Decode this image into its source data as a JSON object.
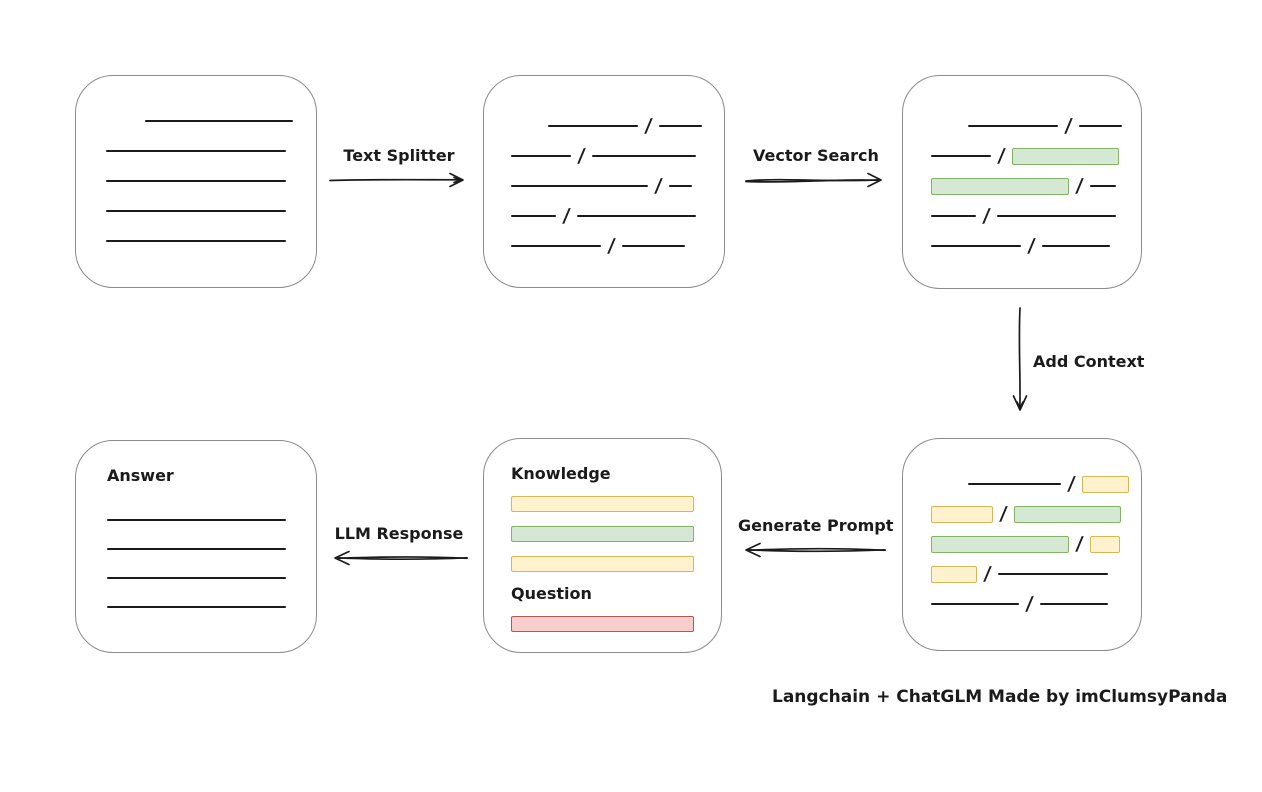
{
  "caption": "Langchain + ChatGLM Made by imClumsyPanda",
  "slash": "/",
  "colors": {
    "green_fill": "#d5e8d4",
    "green_border": "#82b366",
    "yellow_fill": "#fff2cc",
    "yellow_border": "#d6b656",
    "red_fill": "#f8cecc",
    "red_border": "#b85450",
    "box_border": "#8a8a8a",
    "ink": "#1b1b1b"
  },
  "arrows": {
    "text_splitter": {
      "label": "Text Splitter",
      "direction": "right"
    },
    "vector_search": {
      "label": "Vector Search",
      "direction": "right"
    },
    "add_context": {
      "label": "Add Context",
      "direction": "down"
    },
    "generate_prompt": {
      "label": "Generate Prompt",
      "direction": "left"
    },
    "llm_response": {
      "label": "LLM Response",
      "direction": "left"
    }
  },
  "boxes": {
    "document": {
      "description": "source document with text lines",
      "rows": [
        [
          {
            "t": "indent",
            "w": 32
          },
          {
            "t": "line",
            "w": 148
          }
        ],
        [
          {
            "t": "line",
            "w": 180
          }
        ],
        [
          {
            "t": "line",
            "w": 180
          }
        ],
        [
          {
            "t": "line",
            "w": 180
          }
        ],
        [
          {
            "t": "line",
            "w": 180
          }
        ]
      ]
    },
    "chunks": {
      "description": "text split into chunks separated by slashes",
      "rows": [
        [
          {
            "t": "indent",
            "w": 30
          },
          {
            "t": "line",
            "w": 90
          },
          {
            "t": "slash"
          },
          {
            "t": "line",
            "w": 43
          }
        ],
        [
          {
            "t": "line",
            "w": 60
          },
          {
            "t": "slash"
          },
          {
            "t": "line",
            "w": 104
          }
        ],
        [
          {
            "t": "line",
            "w": 137
          },
          {
            "t": "slash"
          },
          {
            "t": "line",
            "w": 23
          }
        ],
        [
          {
            "t": "line",
            "w": 45
          },
          {
            "t": "slash"
          },
          {
            "t": "line",
            "w": 119
          }
        ],
        [
          {
            "t": "line",
            "w": 90
          },
          {
            "t": "slash"
          },
          {
            "t": "line",
            "w": 63
          }
        ]
      ]
    },
    "matched": {
      "description": "chunks with vector-search matches highlighted green",
      "rows": [
        [
          {
            "t": "indent",
            "w": 30
          },
          {
            "t": "line",
            "w": 90
          },
          {
            "t": "slash"
          },
          {
            "t": "line",
            "w": 43
          }
        ],
        [
          {
            "t": "line",
            "w": 60
          },
          {
            "t": "slash"
          },
          {
            "t": "chip",
            "c": "green",
            "w": 107
          }
        ],
        [
          {
            "t": "chip",
            "c": "green",
            "w": 138
          },
          {
            "t": "slash"
          },
          {
            "t": "line",
            "w": 26
          }
        ],
        [
          {
            "t": "line",
            "w": 45
          },
          {
            "t": "slash"
          },
          {
            "t": "line",
            "w": 119
          }
        ],
        [
          {
            "t": "line",
            "w": 90
          },
          {
            "t": "slash"
          },
          {
            "t": "line",
            "w": 68
          }
        ]
      ]
    },
    "context": {
      "description": "matches with added context highlighted yellow",
      "rows": [
        [
          {
            "t": "indent",
            "w": 30
          },
          {
            "t": "line",
            "w": 93
          },
          {
            "t": "slash"
          },
          {
            "t": "chip",
            "c": "yellow",
            "w": 47
          }
        ],
        [
          {
            "t": "chip",
            "c": "yellow",
            "w": 62
          },
          {
            "t": "slash"
          },
          {
            "t": "chip",
            "c": "green",
            "w": 107
          }
        ],
        [
          {
            "t": "chip",
            "c": "green",
            "w": 138
          },
          {
            "t": "slash"
          },
          {
            "t": "chip",
            "c": "yellow",
            "w": 30
          }
        ],
        [
          {
            "t": "chip",
            "c": "yellow",
            "w": 46
          },
          {
            "t": "slash"
          },
          {
            "t": "line",
            "w": 110
          }
        ],
        [
          {
            "t": "line",
            "w": 88
          },
          {
            "t": "slash"
          },
          {
            "t": "line",
            "w": 68
          }
        ]
      ]
    },
    "prompt": {
      "knowledge_label": "Knowledge",
      "question_label": "Question",
      "knowledge_bars": [
        "yellow",
        "green",
        "yellow"
      ],
      "question_bars": [
        "red"
      ]
    },
    "answer": {
      "label": "Answer",
      "rows": [
        [
          {
            "t": "line",
            "w": 179
          }
        ],
        [
          {
            "t": "line",
            "w": 179
          }
        ],
        [
          {
            "t": "line",
            "w": 179
          }
        ],
        [
          {
            "t": "line",
            "w": 179
          }
        ]
      ]
    }
  }
}
